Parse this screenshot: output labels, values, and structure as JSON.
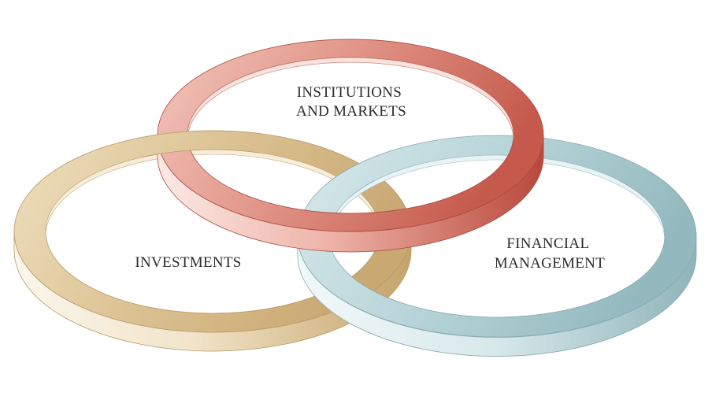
{
  "rings": [
    {
      "id": "investments",
      "label_lines": [
        "INVESTMENTS"
      ],
      "colors": {
        "light": "#f3ead7",
        "mid": "#e0c99b",
        "dark": "#c2a06a"
      }
    },
    {
      "id": "institutions-and-markets",
      "label_lines": [
        "INSTITUTIONS",
        "AND MARKETS"
      ],
      "colors": {
        "light": "#f6d9d2",
        "mid": "#df8b7e",
        "dark": "#bc4f42"
      }
    },
    {
      "id": "financial-management",
      "label_lines": [
        "FINANCIAL",
        "MANAGEMENT"
      ],
      "colors": {
        "light": "#e2eff1",
        "mid": "#b4d2d6",
        "dark": "#8db4bb"
      }
    }
  ]
}
